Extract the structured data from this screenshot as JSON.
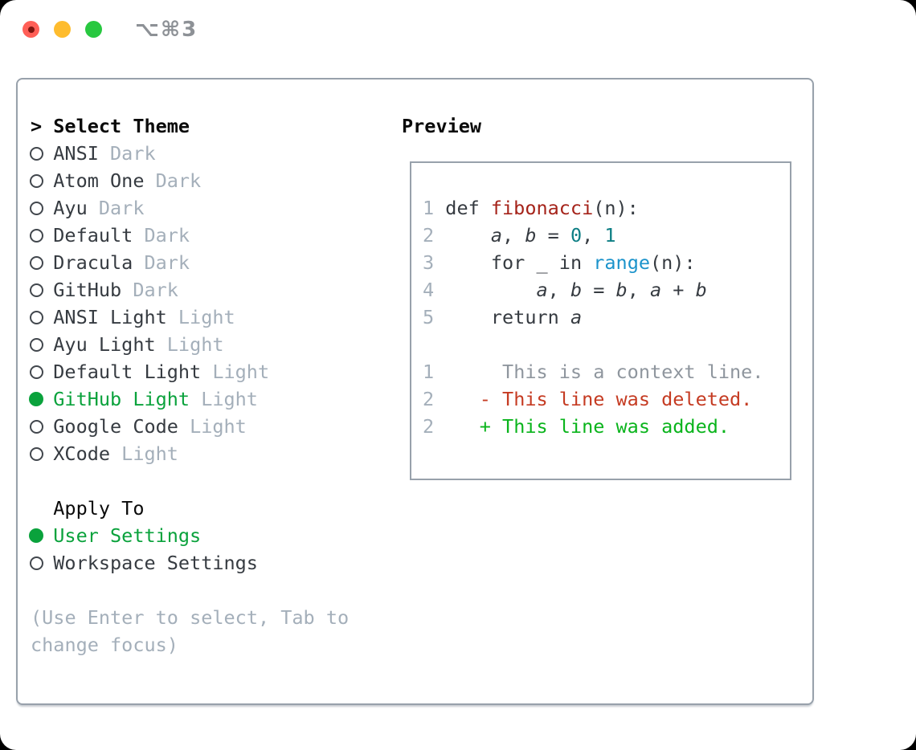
{
  "window": {
    "title": "⌥⌘3"
  },
  "colors": {
    "text": "#363b41",
    "black": "#0a0a0a",
    "muted": "#a4afba",
    "border": "#98a1ab",
    "circle_outline": "#42474d",
    "green_selected": "#0aa23c",
    "green_added": "#0ab41c",
    "red_deleted": "#c53b22",
    "red_function": "#a5231a",
    "teal_number": "#0d7e84",
    "blue_builtin": "#1b93cb",
    "gray_context": "#8f969e",
    "title_gray": "#8d9196",
    "tl_red": "#ff5f57",
    "tl_yellow": "#febc2e",
    "tl_green": "#28c840",
    "tl_red_dot": "#7e150f"
  },
  "theme_picker": {
    "prompt": ">",
    "title": "Select Theme",
    "themes": [
      {
        "name": "ANSI",
        "variant": "Dark",
        "selected": false
      },
      {
        "name": "Atom One",
        "variant": "Dark",
        "selected": false
      },
      {
        "name": "Ayu",
        "variant": "Dark",
        "selected": false
      },
      {
        "name": "Default",
        "variant": "Dark",
        "selected": false
      },
      {
        "name": "Dracula",
        "variant": "Dark",
        "selected": false
      },
      {
        "name": "GitHub",
        "variant": "Dark",
        "selected": false
      },
      {
        "name": "ANSI Light",
        "variant": "Light",
        "selected": false
      },
      {
        "name": "Ayu Light",
        "variant": "Light",
        "selected": false
      },
      {
        "name": "Default Light",
        "variant": "Light",
        "selected": false
      },
      {
        "name": "GitHub Light",
        "variant": "Light",
        "selected": true
      },
      {
        "name": "Google Code",
        "variant": "Light",
        "selected": false
      },
      {
        "name": "XCode",
        "variant": "Light",
        "selected": false
      }
    ],
    "apply_to": {
      "title": "Apply To",
      "options": [
        {
          "label": "User Settings",
          "selected": true
        },
        {
          "label": "Workspace Settings",
          "selected": false
        }
      ]
    },
    "hint": {
      "line1": "(Use Enter to select, Tab to",
      "line2": "change focus)"
    }
  },
  "preview": {
    "title": "Preview",
    "lines": [
      [
        [
          "ln",
          "1 "
        ],
        [
          "kw",
          "def "
        ],
        [
          "fn",
          "fibonacci"
        ],
        [
          "pl",
          "(n):"
        ]
      ],
      [
        [
          "ln",
          "2 "
        ],
        [
          "pl",
          "    "
        ],
        [
          "v",
          "a"
        ],
        [
          "pl",
          ", "
        ],
        [
          "v",
          "b"
        ],
        [
          "pl",
          " = "
        ],
        [
          "num",
          "0"
        ],
        [
          "pl",
          ", "
        ],
        [
          "num",
          "1"
        ]
      ],
      [
        [
          "ln",
          "3 "
        ],
        [
          "pl",
          "    "
        ],
        [
          "kw",
          "for"
        ],
        [
          "pl",
          " _ "
        ],
        [
          "kw",
          "in"
        ],
        [
          "pl",
          " "
        ],
        [
          "bi",
          "range"
        ],
        [
          "pl",
          "(n):"
        ]
      ],
      [
        [
          "ln",
          "4 "
        ],
        [
          "pl",
          "        "
        ],
        [
          "v",
          "a"
        ],
        [
          "pl",
          ", "
        ],
        [
          "v",
          "b"
        ],
        [
          "pl",
          " = "
        ],
        [
          "v",
          "b"
        ],
        [
          "pl",
          ", "
        ],
        [
          "v",
          "a"
        ],
        [
          "pl",
          " + "
        ],
        [
          "v",
          "b"
        ]
      ],
      [
        [
          "ln",
          "5 "
        ],
        [
          "pl",
          "    "
        ],
        [
          "kw",
          "return "
        ],
        [
          "v",
          "a"
        ]
      ],
      [],
      [
        [
          "ln",
          "1"
        ],
        [
          "ctx",
          "      This is a context line."
        ]
      ],
      [
        [
          "ln",
          "2"
        ],
        [
          "pl",
          "    "
        ],
        [
          "del",
          "- This line was deleted."
        ]
      ],
      [
        [
          "ln",
          "2"
        ],
        [
          "pl",
          "    "
        ],
        [
          "add",
          "+ This line was added."
        ]
      ]
    ]
  }
}
